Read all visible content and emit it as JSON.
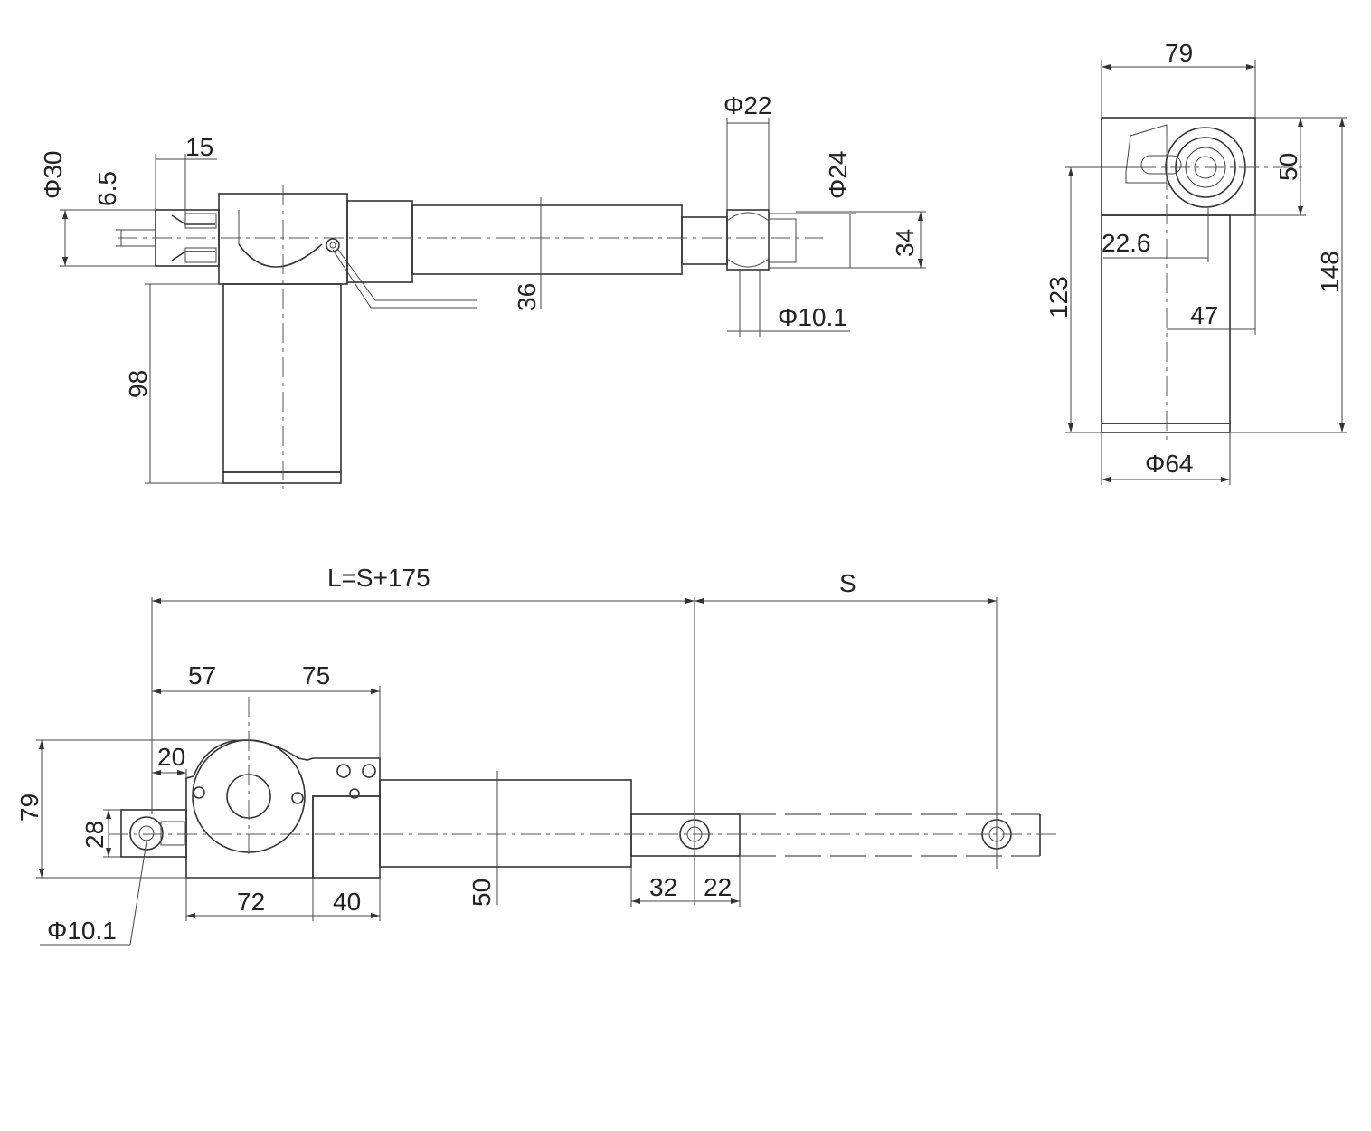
{
  "side_view": {
    "dims": {
      "d30": "Φ30",
      "d6_5": "6.5",
      "d15": "15",
      "d22": "Φ22",
      "d24": "Φ24",
      "d34": "34",
      "d36": "36",
      "d10_1": "Φ10.1",
      "d98": "98"
    }
  },
  "end_view": {
    "dims": {
      "d79": "79",
      "d50": "50",
      "d22_6": "22.6",
      "d123": "123",
      "d148": "148",
      "d47": "47",
      "d64": "Φ64"
    }
  },
  "top_view": {
    "dims": {
      "length": "L=S+175",
      "stroke": "S",
      "d57": "57",
      "d75": "75",
      "d79": "79",
      "d20": "20",
      "d28": "28",
      "d72": "72",
      "d40": "40",
      "d50": "50",
      "d32": "32",
      "d22": "22",
      "d10_1": "Φ10.1"
    }
  }
}
